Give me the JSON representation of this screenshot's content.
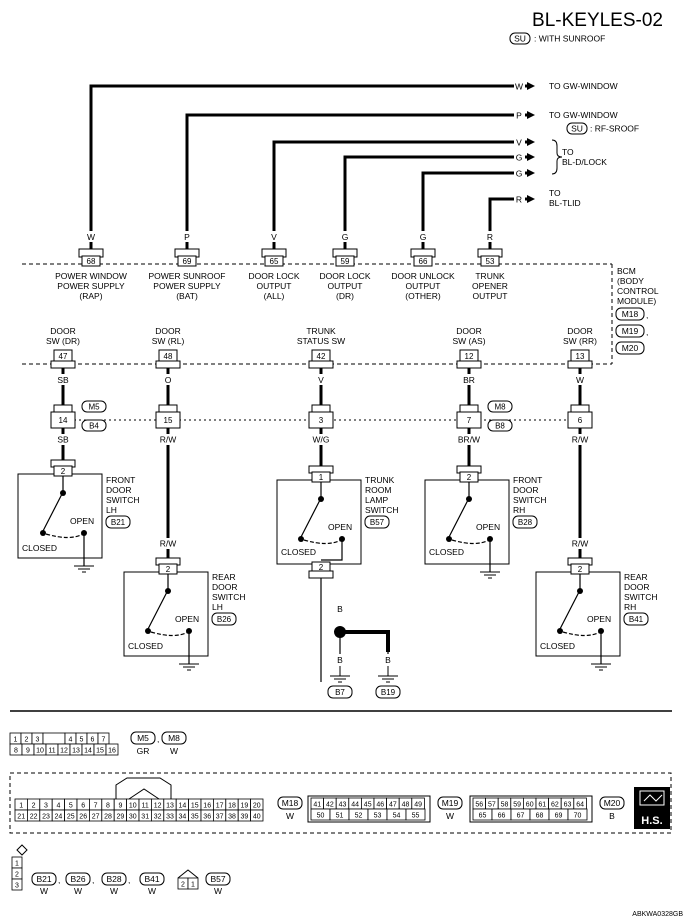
{
  "title": "BL-KEYLES-02",
  "legend": {
    "badge": "SU",
    "text": ": WITH SUNROOF"
  },
  "outputs": [
    {
      "wire": "W",
      "dest": "TO GW-WINDOW"
    },
    {
      "wire": "P",
      "dest": "TO GW-WINDOW",
      "note_badge": "SU",
      "note": ": RF-SROOF"
    },
    {
      "wire": "V"
    },
    {
      "wire": "G"
    },
    {
      "wire": "G"
    },
    {
      "wire": "R",
      "dest_line1": "TO",
      "dest_line2": "BL-TLID"
    }
  ],
  "lock_group": {
    "line1": "TO",
    "line2": "BL-D/LOCK"
  },
  "bcm_label": {
    "lines": [
      "BCM",
      "(BODY",
      "CONTROL",
      "MODULE)"
    ],
    "connectors": [
      "M18",
      "M19",
      "M20"
    ]
  },
  "top_pins": [
    {
      "pin": "68",
      "wire": "W",
      "lines": [
        "POWER WINDOW",
        "POWER SUPPLY",
        "(RAP)"
      ]
    },
    {
      "pin": "69",
      "wire": "P",
      "lines": [
        "POWER SUNROOF",
        "POWER SUPPLY",
        "(BAT)"
      ]
    },
    {
      "pin": "65",
      "wire": "V",
      "lines": [
        "DOOR LOCK",
        "OUTPUT",
        "(ALL)"
      ]
    },
    {
      "pin": "59",
      "wire": "G",
      "lines": [
        "DOOR LOCK",
        "OUTPUT",
        "(DR)"
      ]
    },
    {
      "pin": "66",
      "wire": "G",
      "lines": [
        "DOOR UNLOCK",
        "OUTPUT",
        "(OTHER)"
      ]
    },
    {
      "pin": "53",
      "wire": "R",
      "lines": [
        "TRUNK",
        "OPENER",
        "OUTPUT"
      ]
    }
  ],
  "bottom_pins": [
    {
      "pin": "47",
      "lines": [
        "DOOR",
        "SW (DR)"
      ],
      "wire": "SB",
      "jpin": "14",
      "wire2": "SB"
    },
    {
      "pin": "48",
      "lines": [
        "DOOR",
        "SW (RL)"
      ],
      "wire": "O",
      "jpin": "15",
      "wire2": "R/W",
      "wire3": "R/W"
    },
    {
      "pin": "42",
      "lines": [
        "TRUNK",
        "STATUS SW"
      ],
      "wire": "V",
      "jpin": "3",
      "wire2": "W/G"
    },
    {
      "pin": "12",
      "lines": [
        "DOOR",
        "SW (AS)"
      ],
      "wire": "BR",
      "jpin": "7",
      "wire2": "BR/W"
    },
    {
      "pin": "13",
      "lines": [
        "DOOR",
        "SW (RR)"
      ],
      "wire": "W",
      "jpin": "6",
      "wire2": "R/W",
      "wire3": "R/W"
    }
  ],
  "joint_connectors": {
    "left": [
      "M5",
      "B4"
    ],
    "right": [
      "M8",
      "B8"
    ]
  },
  "switches": [
    {
      "pin": "2",
      "lines": [
        "FRONT",
        "DOOR",
        "SWITCH",
        "LH"
      ],
      "conn": "B21",
      "open": "OPEN",
      "closed": "CLOSED"
    },
    {
      "pin": "2",
      "lines": [
        "REAR",
        "DOOR",
        "SWITCH",
        "LH"
      ],
      "conn": "B26",
      "open": "OPEN",
      "closed": "CLOSED"
    },
    {
      "pin": "1",
      "pin2": "2",
      "lines": [
        "TRUNK",
        "ROOM",
        "LAMP",
        "SWITCH"
      ],
      "conn": "B57",
      "open": "OPEN",
      "closed": "CLOSED"
    },
    {
      "pin": "2",
      "lines": [
        "FRONT",
        "DOOR",
        "SWITCH",
        "RH"
      ],
      "conn": "B28",
      "open": "OPEN",
      "closed": "CLOSED"
    },
    {
      "pin": "2",
      "lines": [
        "REAR",
        "DOOR",
        "SWITCH",
        "RH"
      ],
      "conn": "B41",
      "open": "OPEN",
      "closed": "CLOSED"
    }
  ],
  "grounds": [
    {
      "wire": "B",
      "conn": "B7"
    },
    {
      "wire": "B",
      "conn": "B19"
    }
  ],
  "trunk_ground_wire": "B",
  "connector_views": {
    "m5m8": {
      "row1": [
        "1",
        "2",
        "3",
        "",
        "4",
        "5",
        "6",
        "7"
      ],
      "row2": [
        "8",
        "9",
        "10",
        "11",
        "12",
        "13",
        "14",
        "15",
        "16"
      ],
      "ids": [
        "M5",
        "M8"
      ],
      "sep": ",",
      "colors": [
        "GR",
        "W"
      ]
    },
    "m18": {
      "row1": [
        "1",
        "2",
        "3",
        "4",
        "5",
        "6",
        "7",
        "8",
        "9",
        "10",
        "11",
        "12",
        "13",
        "14",
        "15",
        "16",
        "17",
        "18",
        "19",
        "20"
      ],
      "row2": [
        "21",
        "22",
        "23",
        "24",
        "25",
        "26",
        "27",
        "28",
        "29",
        "30",
        "31",
        "32",
        "33",
        "34",
        "35",
        "36",
        "37",
        "38",
        "39",
        "40"
      ],
      "id": "M18",
      "color": "W"
    },
    "m19": {
      "row1": [
        "41",
        "42",
        "43",
        "44",
        "45",
        "46",
        "47",
        "48",
        "49"
      ],
      "row2": [
        "50",
        "51",
        "52",
        "53",
        "54",
        "55"
      ],
      "id": "M19",
      "color": "W"
    },
    "m20": {
      "row1": [
        "56",
        "57",
        "58",
        "59",
        "60",
        "61",
        "62",
        "63",
        "64"
      ],
      "row2": [
        "65",
        "66",
        "67",
        "68",
        "69",
        "70"
      ],
      "id": "M20",
      "color": "B"
    },
    "hs": "H.S.",
    "b_conn": {
      "pins": [
        "1",
        "2",
        "3"
      ],
      "ids": [
        "B21",
        "B26",
        "B28",
        "B41"
      ],
      "sep": ",",
      "colors": [
        "W",
        "W",
        "W",
        "W"
      ]
    },
    "b57": {
      "pins": [
        "2",
        "1"
      ],
      "id": "B57",
      "color": "W"
    }
  },
  "footer_code": "ABKWA0328GB"
}
